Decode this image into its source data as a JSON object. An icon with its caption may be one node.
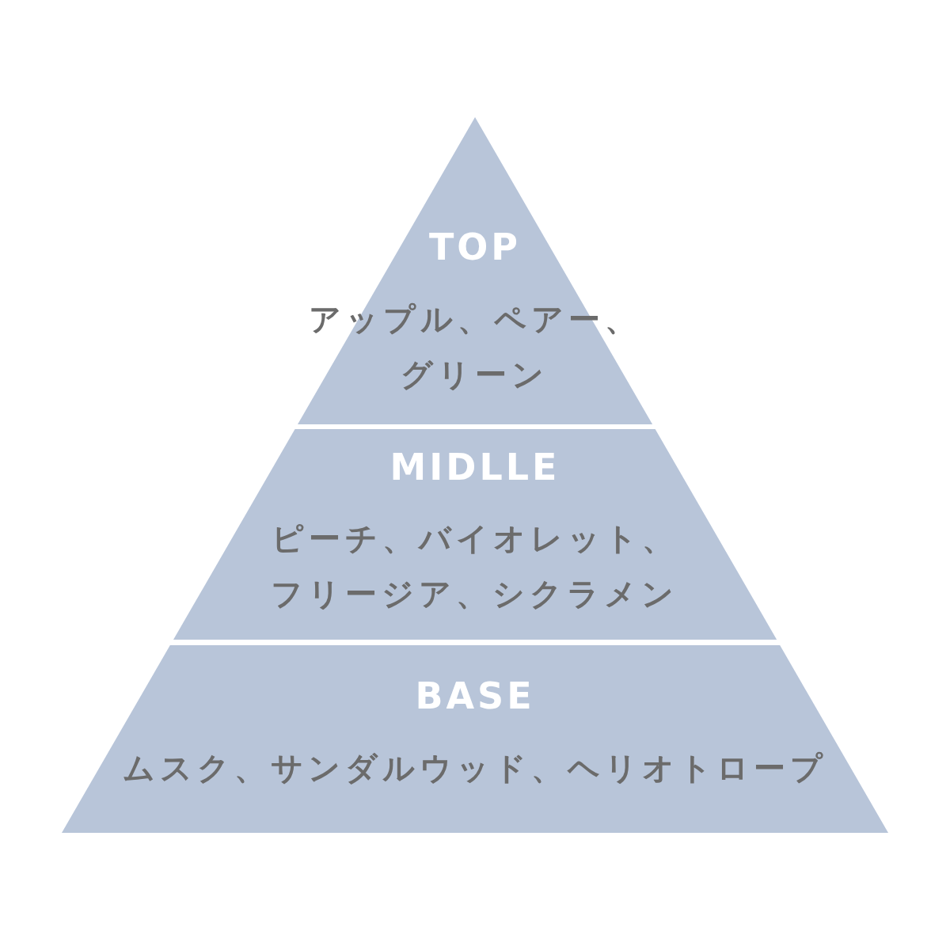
{
  "diagram": {
    "nodes": [
      {
        "text": [
          "TOP",
          "アップル、ペアー、グリーン"
        ]
      },
      {
        "text": [
          "MIDLLE",
          "ピーチ、バイオレット、フリージア、シクラメン"
        ]
      },
      {
        "text": [
          "BASE",
          "ムスク、サンダルウッド、ヘリオトロープ"
        ]
      }
    ]
  }
}
